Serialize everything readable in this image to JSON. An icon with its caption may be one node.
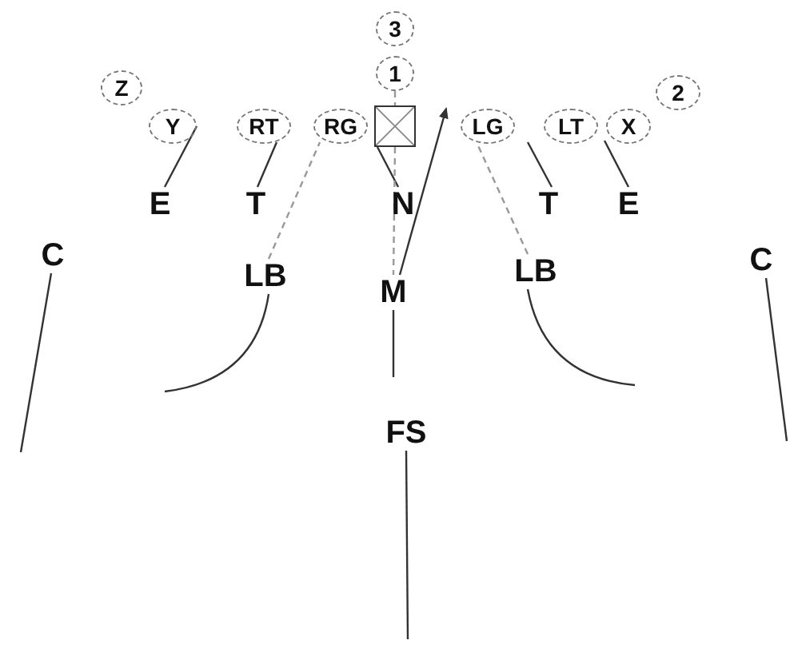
{
  "diagram": {
    "nodes": [
      {
        "text": [
          "3"
        ]
      },
      {
        "text": [
          "1"
        ]
      },
      {
        "text": [
          "Z"
        ]
      },
      {
        "text": [
          "2"
        ]
      },
      {
        "text": [
          "Y"
        ]
      },
      {
        "text": [
          "RT"
        ]
      },
      {
        "text": [
          "RG"
        ]
      },
      {
        "text": [],
        "shape": "box"
      },
      {
        "text": [
          "LG"
        ]
      },
      {
        "text": [
          "LT"
        ]
      },
      {
        "text": [
          "X"
        ]
      },
      {
        "text": [
          "E"
        ]
      },
      {
        "text": [
          "T"
        ]
      },
      {
        "text": [
          "N"
        ]
      },
      {
        "text": [
          "T"
        ]
      },
      {
        "text": [
          "E"
        ]
      },
      {
        "text": [
          "C"
        ]
      },
      {
        "text": [
          "LB"
        ]
      },
      {
        "text": [
          "M"
        ]
      },
      {
        "text": [
          "LB"
        ]
      },
      {
        "text": [
          "C"
        ]
      },
      {
        "text": [
          "FS"
        ]
      }
    ],
    "edges": [
      {
        "from": 1,
        "to": 7,
        "arrow": "none",
        "style": "dashed",
        "color": "#999999"
      },
      {
        "from": 11,
        "to": 4,
        "arrow": "none"
      },
      {
        "from": 12,
        "to": 5,
        "arrow": "none"
      },
      {
        "from": 17,
        "to": 6,
        "arrow": "none",
        "style": "dashed",
        "color": "#999999"
      },
      {
        "from": 7,
        "to": 13,
        "arrow": "none"
      },
      {
        "from": 7,
        "to": 18,
        "arrow": "none",
        "style": "dashed",
        "color": "#999999"
      },
      {
        "from": 18,
        "to": 8,
        "arrow": "to"
      },
      {
        "from": 14,
        "to": 8,
        "arrow": "none"
      },
      {
        "from": 19,
        "to": 8,
        "arrow": "none",
        "style": "dashed",
        "color": "#999999"
      },
      {
        "from": 15,
        "to": 10,
        "arrow": "none"
      },
      {
        "from": 16,
        "to": null,
        "arrow": "none"
      },
      {
        "from": 17,
        "to": null,
        "arrow": "none"
      },
      {
        "from": 18,
        "to": null,
        "arrow": "none"
      },
      {
        "from": 19,
        "to": null,
        "arrow": "none"
      },
      {
        "from": 20,
        "to": null,
        "arrow": "none"
      },
      {
        "from": 21,
        "to": null,
        "arrow": "none"
      }
    ]
  }
}
